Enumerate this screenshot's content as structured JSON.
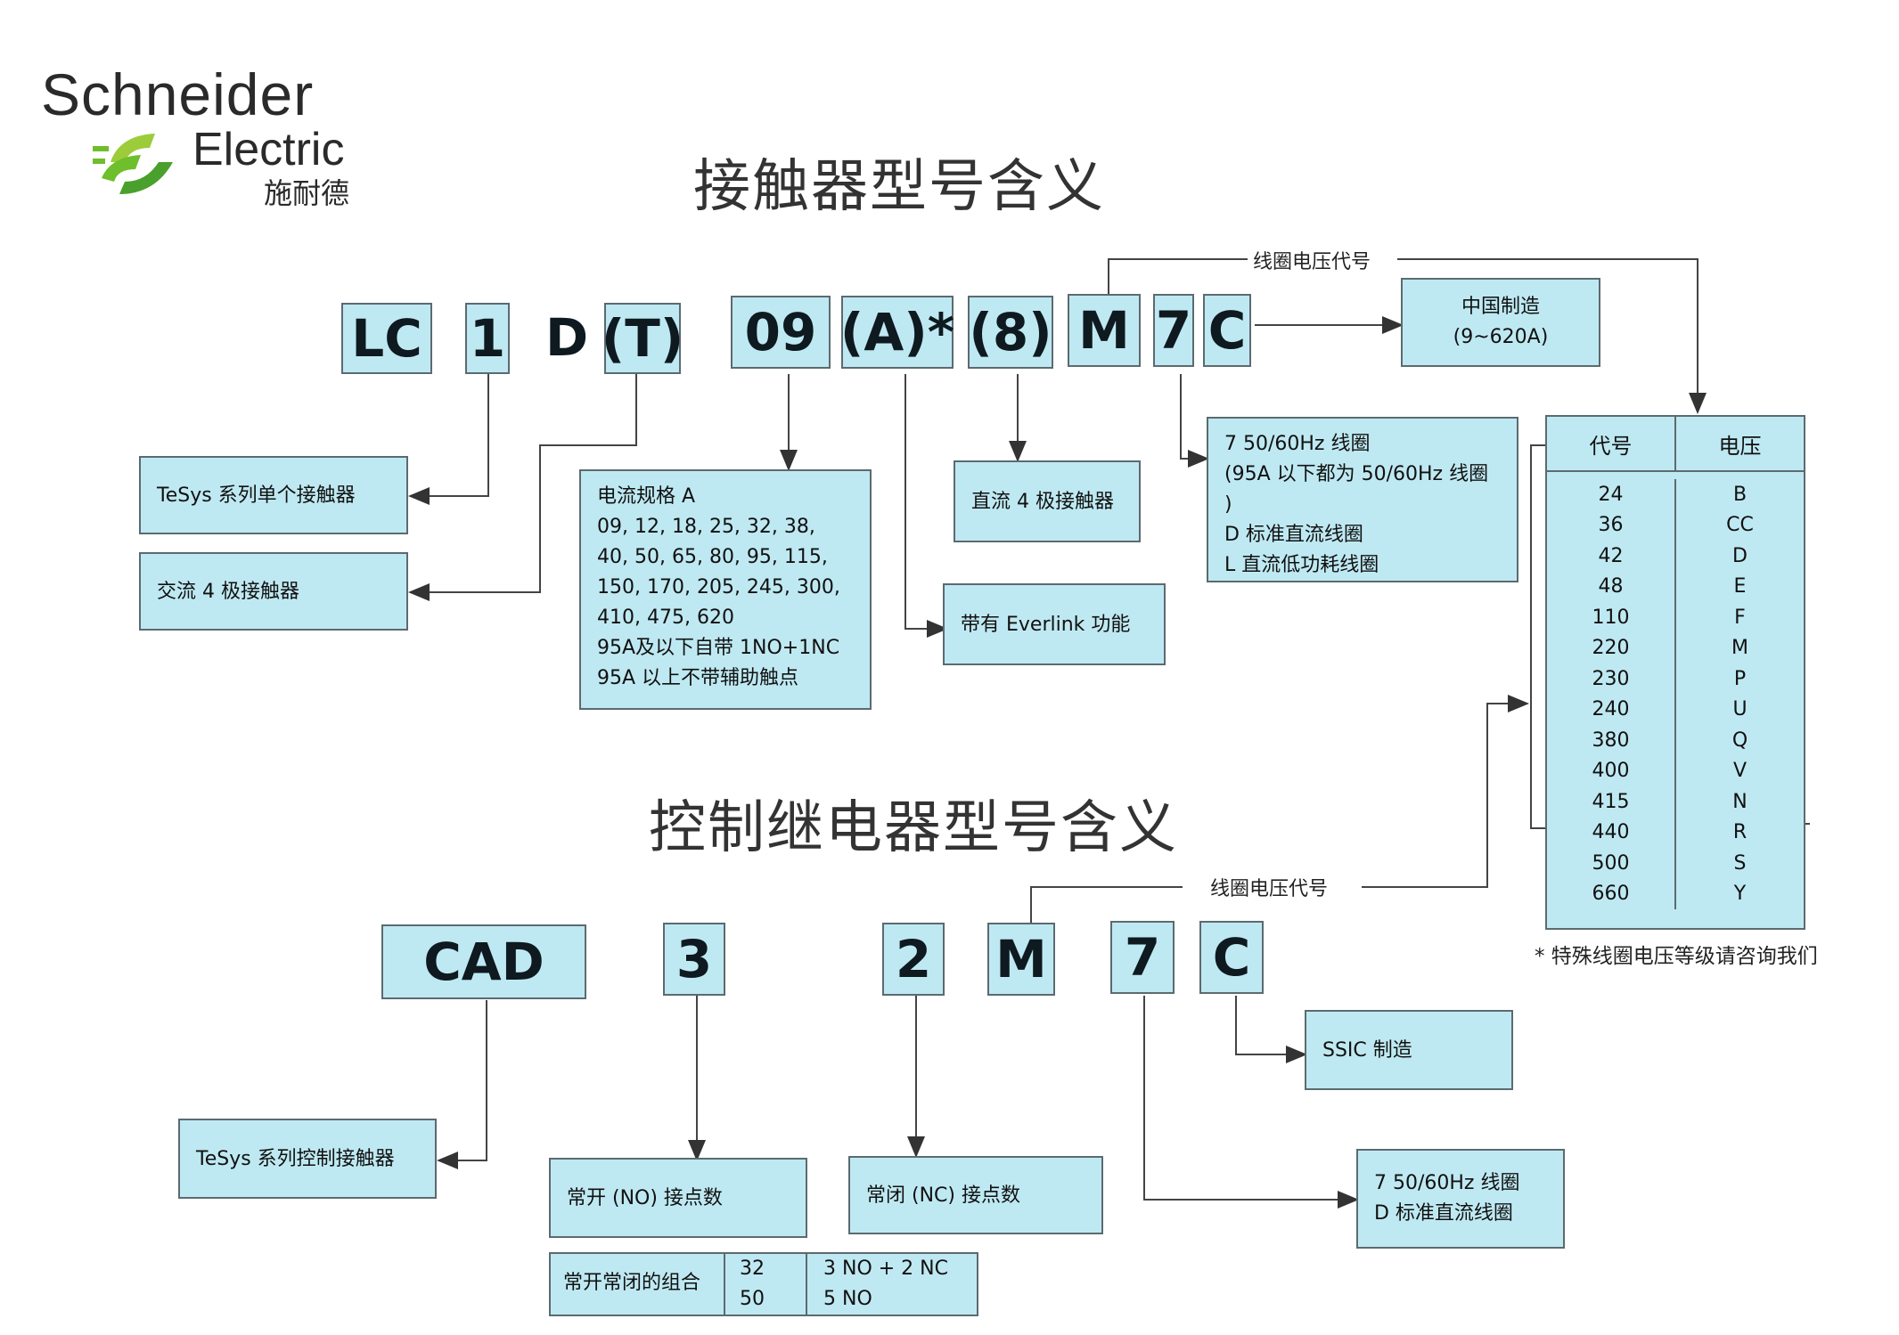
{
  "logo": {
    "brand_line1": "Schneider",
    "brand_line2": "Electric",
    "brand_cn": "施耐德",
    "accent_color": "#6fbe2b"
  },
  "contactor": {
    "title": "接触器型号含义",
    "codes": [
      "LC",
      "1",
      "D",
      "(T)",
      "09",
      "(A)*",
      "(8)",
      "M",
      "7",
      "C"
    ],
    "coil_voltage_label": "线圈电压代号",
    "made_in_china": "中国制造\n(9~620A)",
    "tesys_single": "TeSys 系列单个接触器",
    "ac_4pole": "交流 4 极接触器",
    "current_spec": "电流规格 A\n09, 12, 18, 25, 32, 38,\n40, 50, 65, 80, 95, 115,\n150, 170, 205, 245, 300,\n410, 475, 620\n95A及以下自带 1NO+1NC\n95A 以上不带辅助触点",
    "dc_4pole": "直流 4 极接触器",
    "everlink": "带有 Everlink 功能",
    "coil_types": "7 50/60Hz 线圈\n(95A 以下都为 50/60Hz 线圈 )\nD 标准直流线圈\nL 直流低功耗线圈"
  },
  "voltage_table": {
    "header_code": "代号",
    "header_voltage": "电压",
    "rows": [
      [
        "24",
        "B"
      ],
      [
        "36",
        "CC"
      ],
      [
        "42",
        "D"
      ],
      [
        "48",
        "E"
      ],
      [
        "110",
        "F"
      ],
      [
        "220",
        "M"
      ],
      [
        "230",
        "P"
      ],
      [
        "240",
        "U"
      ],
      [
        "380",
        "Q"
      ],
      [
        "400",
        "V"
      ],
      [
        "415",
        "N"
      ],
      [
        "440",
        "R"
      ],
      [
        "500",
        "S"
      ],
      [
        "660",
        "Y"
      ]
    ],
    "footnote": "* 特殊线圈电压等级请咨询我们"
  },
  "relay": {
    "title": "控制继电器型号含义",
    "codes": [
      "CAD",
      "3",
      "2",
      "M",
      "7",
      "C"
    ],
    "coil_voltage_label": "线圈电压代号",
    "ssic": "SSIC 制造",
    "tesys_control": "TeSys 系列控制接触器",
    "no_count": "常开 (NO) 接点数",
    "nc_count": "常闭 (NC) 接点数",
    "coil_types": "7 50/60Hz 线圈\nD 标准直流线圈",
    "combo_label": "常开常闭的组合",
    "combo_codes": "32\n50",
    "combo_values": "3 NO + 2 NC\n5 NO"
  }
}
